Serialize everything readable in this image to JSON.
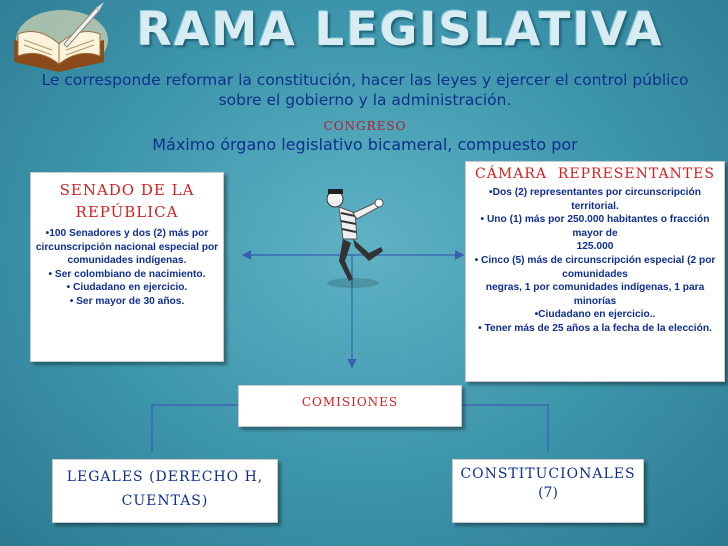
{
  "title": "RAMA LEGISLATIVA",
  "subtitle": "Le corresponde reformar la constitución, hacer las leyes y ejercer el control público sobre el gobierno y la administración.",
  "congreso": "CONGRESO",
  "max_organo": "Máximo órgano legislativo bicameral, compuesto por",
  "senado": {
    "title": "SENADO DE LA REPÚBLICA",
    "rules": [
      "•100 Senadores y dos (2) más por circunscripción nacional especial por comunidades indígenas.",
      "• Ser colombiano de nacimiento.",
      "• Ciudadano en ejercicio.",
      "• Ser mayor de 30 años."
    ]
  },
  "camara": {
    "title": "CÁMARA  REPRESENTANTES",
    "rules": [
      "•Dos (2) representantes por circunscripción territorial.",
      "• Uno (1) más por 250.000 habitantes o fracción mayor de",
      "125.000",
      "• Cinco (5) más de circunscripción especial (2 por comunidades",
      "negras, 1 por comunidades indígenas, 1 para minorías",
      "•Ciudadano en ejercicio..",
      "• Tener más de 25 años a la fecha de la elección."
    ]
  },
  "comisiones": "COMISIONES",
  "legales": "LEGALES (DERECHO H, CUENTAS)",
  "constitucionales": {
    "label": "CONSTITUCIONALES",
    "count": "(7)"
  },
  "colors": {
    "title_text": "#d9ecf2",
    "blue_text": "#0e2f8f",
    "red_text": "#d42020",
    "connector": "#3a5fb0"
  },
  "icons": [
    "open-book-icon",
    "mime-figure-icon"
  ]
}
